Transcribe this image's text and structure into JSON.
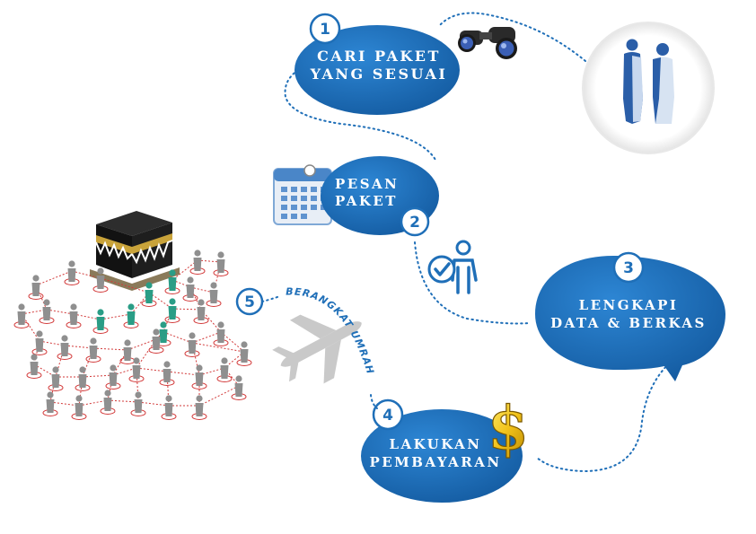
{
  "steps": [
    {
      "number": "1",
      "lines": [
        "CARI PAKET",
        "YANG SESUAI"
      ]
    },
    {
      "number": "2",
      "lines": [
        "PESAN",
        "PAKET"
      ]
    },
    {
      "number": "3",
      "lines": [
        "LENGKAPI",
        "DATA & BERKAS"
      ]
    },
    {
      "number": "4",
      "lines": [
        "LAKUKAN",
        "PEMBAYARAN"
      ]
    },
    {
      "number": "5",
      "label": "BERANGKAT UMRAH"
    }
  ],
  "dollar": "$",
  "colors": {
    "bubble": "#1f6fb8",
    "accent_gold": "#f2c21a",
    "crowd_red": "#d23a3a"
  },
  "icons": {
    "binoculars": "binoculars-icon",
    "pilgrims": "pilgrims-icon",
    "calendar": "calendar-icon",
    "checkmark_person": "person-check-icon",
    "dollar": "dollar-icon",
    "airplane": "airplane-icon",
    "kaaba": "kaaba-icon"
  }
}
